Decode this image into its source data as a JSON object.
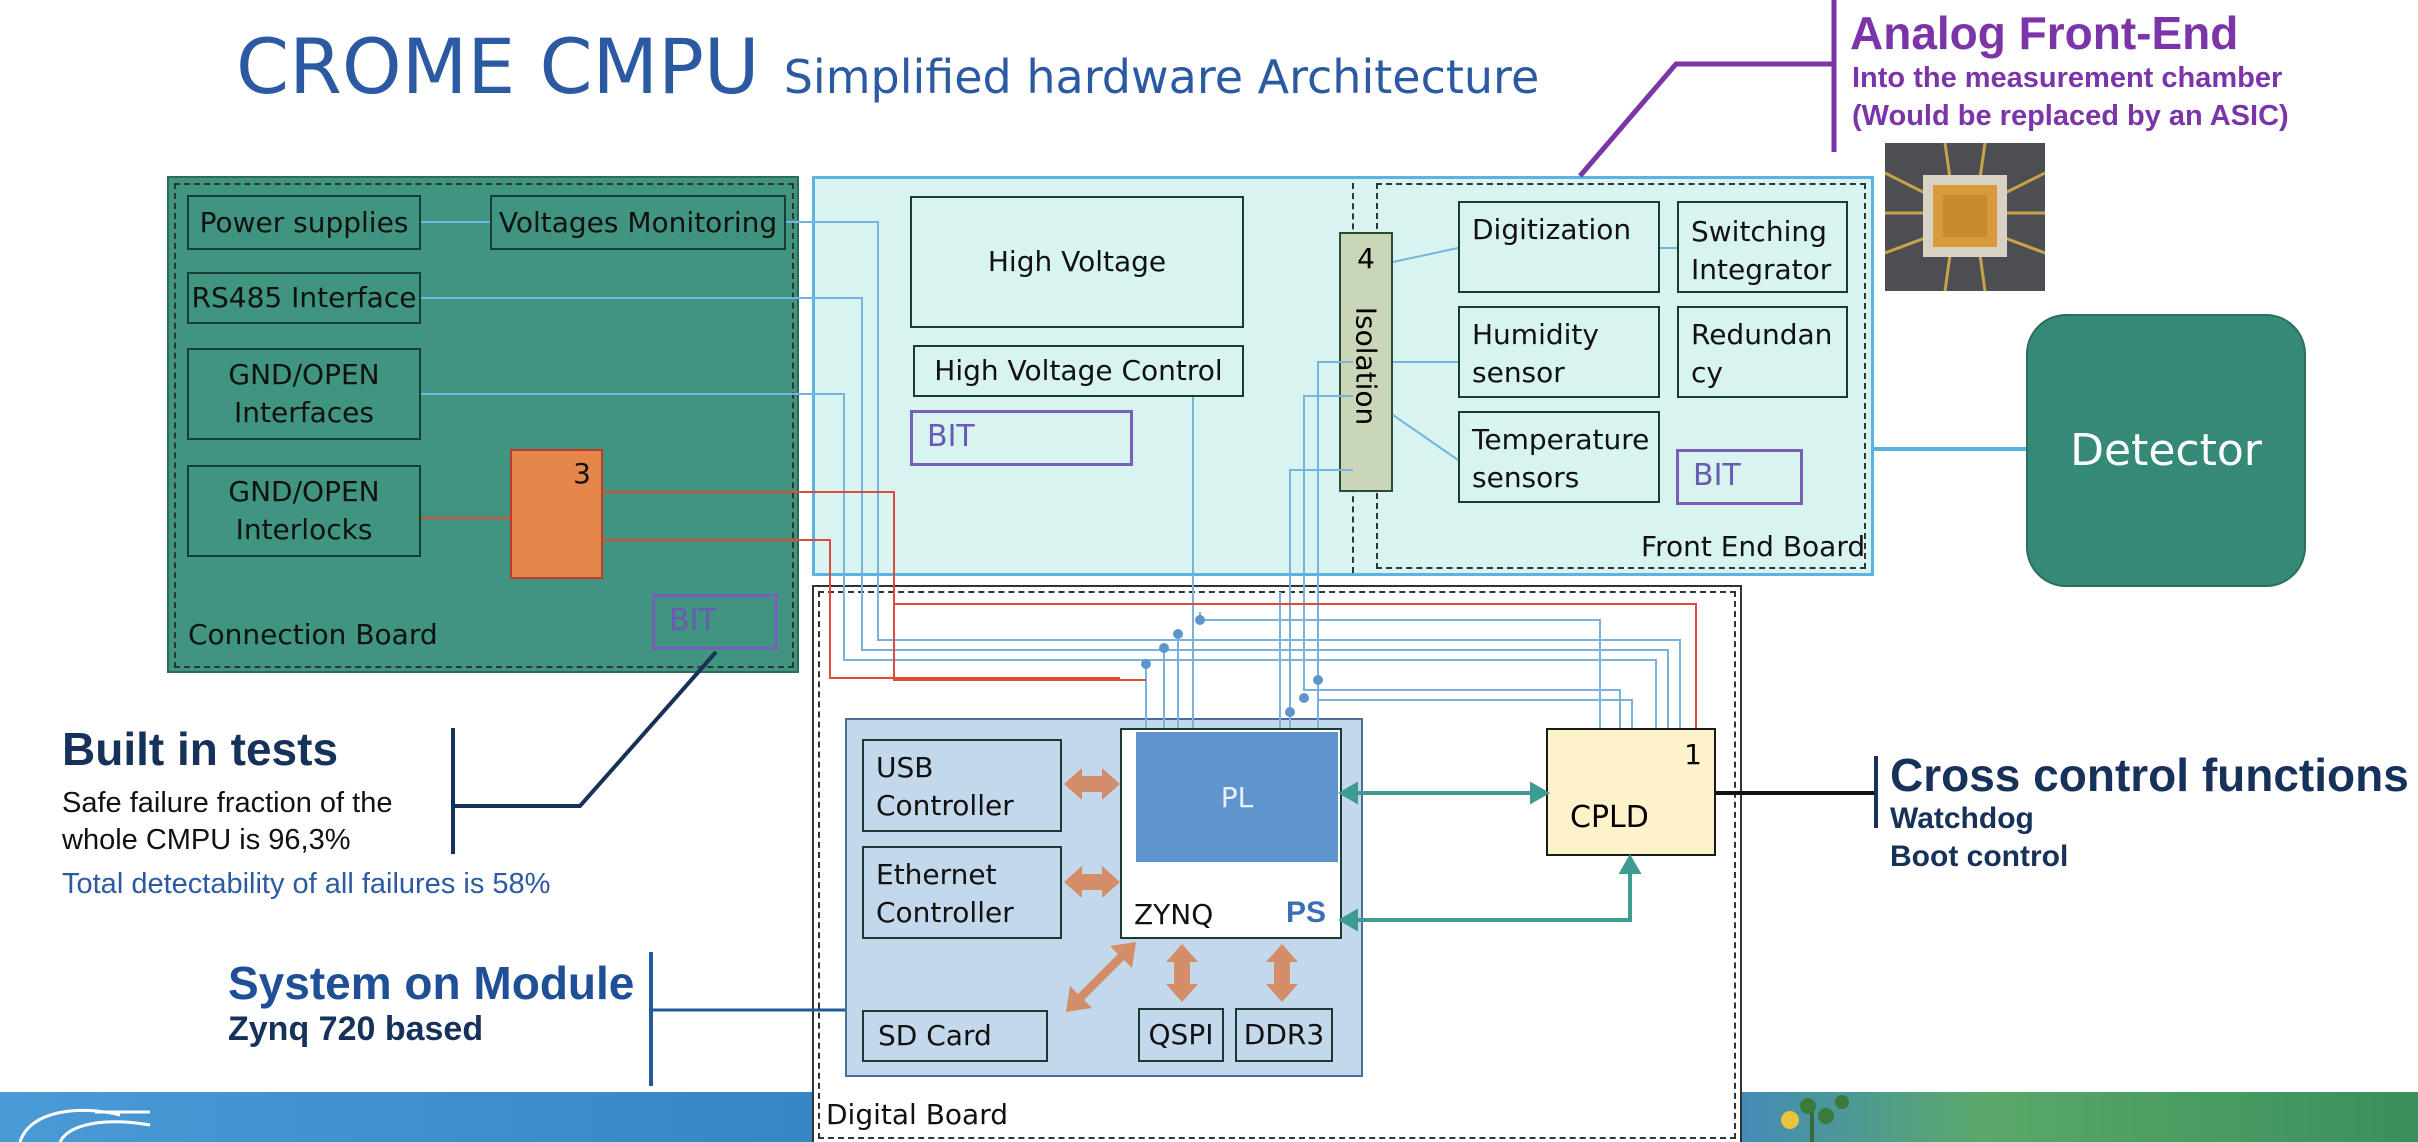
{
  "title": {
    "main": "CROME CMPU",
    "sub": "Simplified hardware Architecture"
  },
  "analog_front_end": {
    "heading": "Analog Front-End",
    "line1": "Into the measurement chamber",
    "line2": "(Would be replaced by an ASIC)"
  },
  "connection_board": {
    "label": "Connection Board",
    "power_supplies": "Power supplies",
    "voltages_monitoring": "Voltages Monitoring",
    "rs485": "RS485 Interface",
    "gnd_interfaces": [
      "GND/OPEN",
      "Interfaces"
    ],
    "gnd_interlocks": [
      "GND/OPEN",
      "Interlocks"
    ],
    "block_number": "3",
    "bit": "BIT"
  },
  "front_end_board": {
    "label": "Front End Board",
    "high_voltage": "High Voltage",
    "high_voltage_control": "High Voltage Control",
    "bit_hv": "BIT",
    "isolation_number": "4",
    "isolation": "Isolation",
    "digitization": "Digitization",
    "switching_integrator": [
      "Switching",
      "Integrator"
    ],
    "humidity_sensor": [
      "Humidity",
      "sensor"
    ],
    "redundancy": [
      "Redundan",
      "cy"
    ],
    "temperature_sensors": [
      "Temperature",
      "sensors"
    ],
    "bit_fe": "BIT"
  },
  "detector": "Detector",
  "digital_board": {
    "label": "Digital Board",
    "usb": [
      "USB",
      "Controller"
    ],
    "ethernet": [
      "Ethernet",
      "Controller"
    ],
    "sd_card": "SD Card",
    "qspi": "QSPI",
    "ddr3": "DDR3",
    "pl": "PL",
    "zynq": "ZYNQ",
    "ps": "PS",
    "cpld": "CPLD",
    "cpld_number": "1"
  },
  "built_in_tests": {
    "heading": "Built in tests",
    "line1": "Safe failure fraction of the",
    "line2": "whole CMPU is 96,3%",
    "line3": "Total detectability of all failures is 58%"
  },
  "system_on_module": {
    "heading": "System on Module",
    "sub": "Zynq 720 based"
  },
  "cross_control": {
    "heading": "Cross control functions",
    "line1": "Watchdog",
    "line2": "Boot control"
  },
  "colors": {
    "title_blue": "#2b5aa3",
    "purple": "#7b35a8",
    "connection_board": "#3f9580",
    "front_end_board": "#d8f4f1",
    "detector": "#358a77",
    "som": "#c4d8ec",
    "pl": "#5f94cd",
    "cpld": "#fdf2c9",
    "orange_block": "#e5864a",
    "arrow": "#d38d68",
    "navy": "#17325a",
    "footer": "#2f7fc0"
  }
}
